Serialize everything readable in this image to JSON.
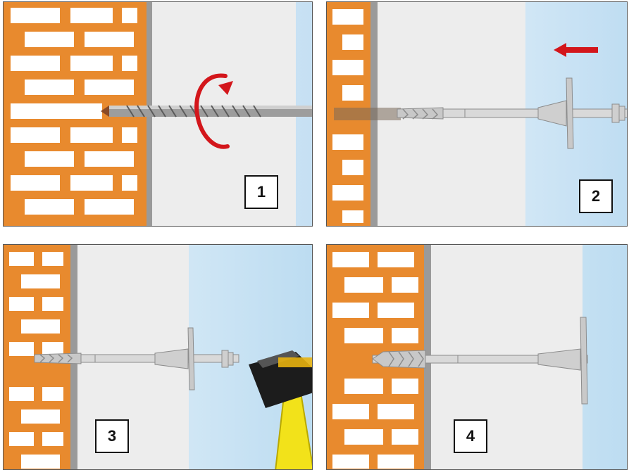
{
  "panels": [
    {
      "step": "1",
      "action": "drill"
    },
    {
      "step": "2",
      "action": "insert"
    },
    {
      "step": "3",
      "action": "hammer"
    },
    {
      "step": "4",
      "action": "installed"
    }
  ],
  "colors": {
    "brick": "#e88a2e",
    "mortar": "#ffffff",
    "insulation": "#eeeeee",
    "sky": "#cfe6f6",
    "arrow_red": "#d3161b",
    "hammer_handle": "#f2e21a",
    "hammer_head": "#1c1c1c"
  },
  "icons": [
    "rotation-arrow-icon",
    "direction-arrow-icon",
    "hammer-icon",
    "drill-bit-icon",
    "anchor-icon"
  ]
}
